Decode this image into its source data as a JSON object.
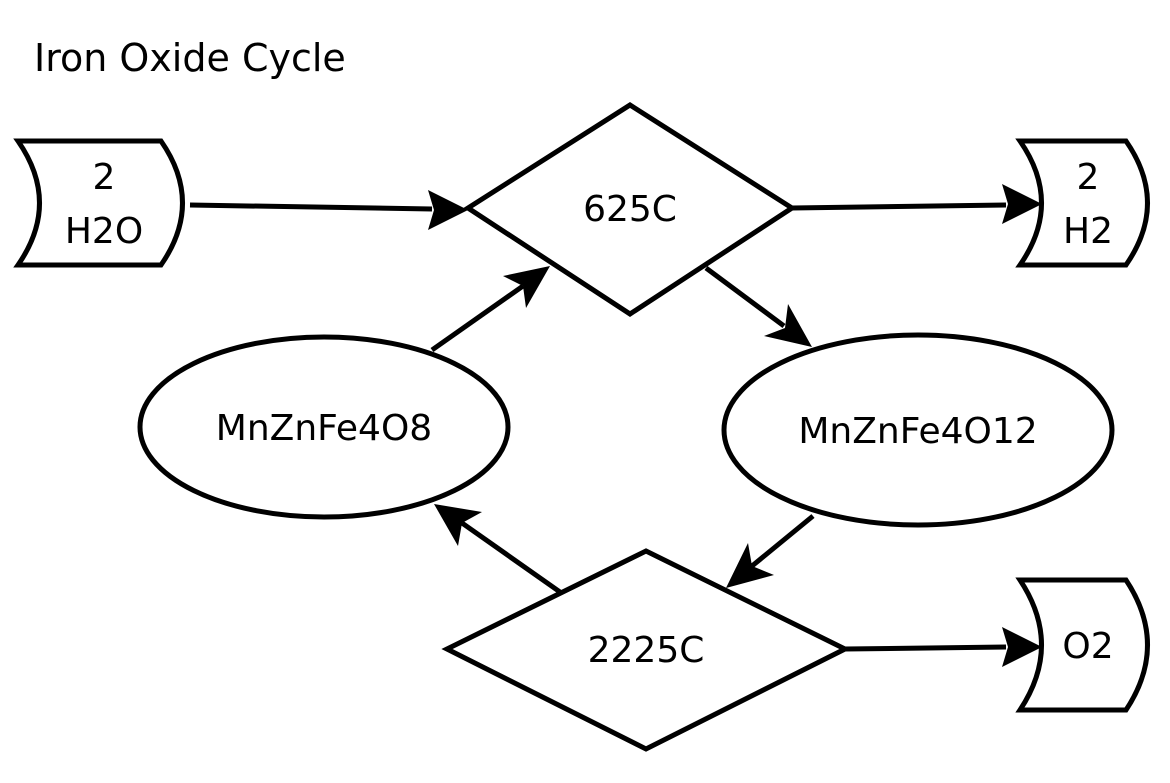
{
  "diagram": {
    "title": "Iron Oxide Cycle",
    "nodes": {
      "input_water": {
        "line1": "2",
        "line2": "H2O"
      },
      "output_hydrogen": {
        "line1": "2",
        "line2": "H2"
      },
      "output_oxygen": {
        "line1": "O2"
      },
      "reaction_625": {
        "label": "625C"
      },
      "reaction_2225": {
        "label": "2225C"
      },
      "reduced_oxide": {
        "label": "MnZnFe4O8"
      },
      "oxidized_oxide": {
        "label": "MnZnFe4O12"
      }
    },
    "edges": [
      {
        "from": "2 H2O",
        "to": "625C"
      },
      {
        "from": "625C",
        "to": "2 H2"
      },
      {
        "from": "625C",
        "to": "MnZnFe4O12"
      },
      {
        "from": "MnZnFe4O12",
        "to": "2225C"
      },
      {
        "from": "2225C",
        "to": "MnZnFe4O8"
      },
      {
        "from": "MnZnFe4O8",
        "to": "625C"
      },
      {
        "from": "2225C",
        "to": "O2"
      }
    ]
  }
}
